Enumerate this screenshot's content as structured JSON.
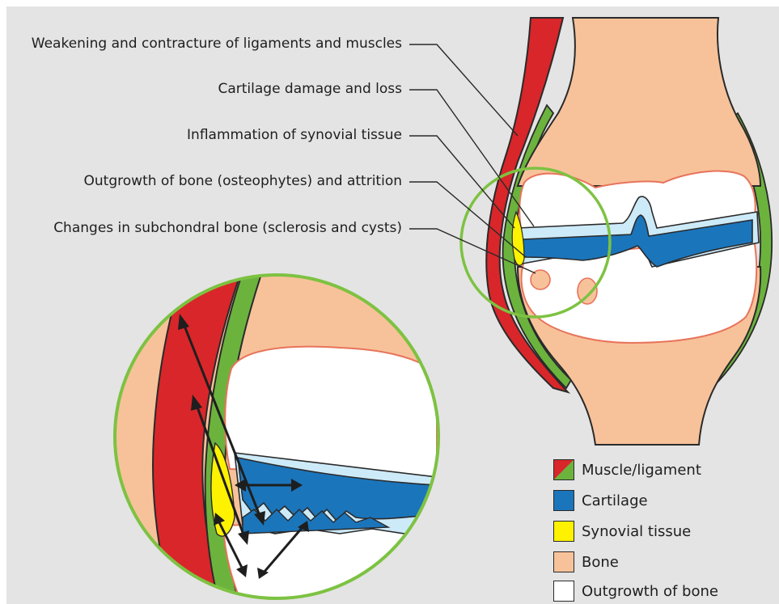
{
  "labels": [
    "Weakening and contracture of ligaments and muscles",
    "Cartilage damage and loss",
    "Inflammation of synovial tissue",
    "Outgrowth of bone (osteophytes) and attrition",
    "Changes in subchondral bone (sclerosis and cysts)"
  ],
  "legend": [
    {
      "label": "Muscle/ligament",
      "colors": [
        "#d9262a",
        "#6cb33e"
      ]
    },
    {
      "label": "Cartilage",
      "colors": [
        "#1b75bb"
      ]
    },
    {
      "label": "Synovial tissue",
      "colors": [
        "#fff200"
      ]
    },
    {
      "label": "Bone",
      "colors": [
        "#f7c29a"
      ]
    },
    {
      "label": "Outgrowth of bone",
      "colors": [
        "#ffffff"
      ]
    }
  ],
  "colors": {
    "muscle": "#d9262a",
    "ligament": "#6cb33e",
    "cartilage": "#1b75bb",
    "cartilage_light": "#cdeaf8",
    "synovial": "#fff200",
    "bone": "#f7c29a",
    "bone_outline": "#e8735a",
    "magnifier": "#7dc242",
    "background": "#e4e4e4"
  }
}
